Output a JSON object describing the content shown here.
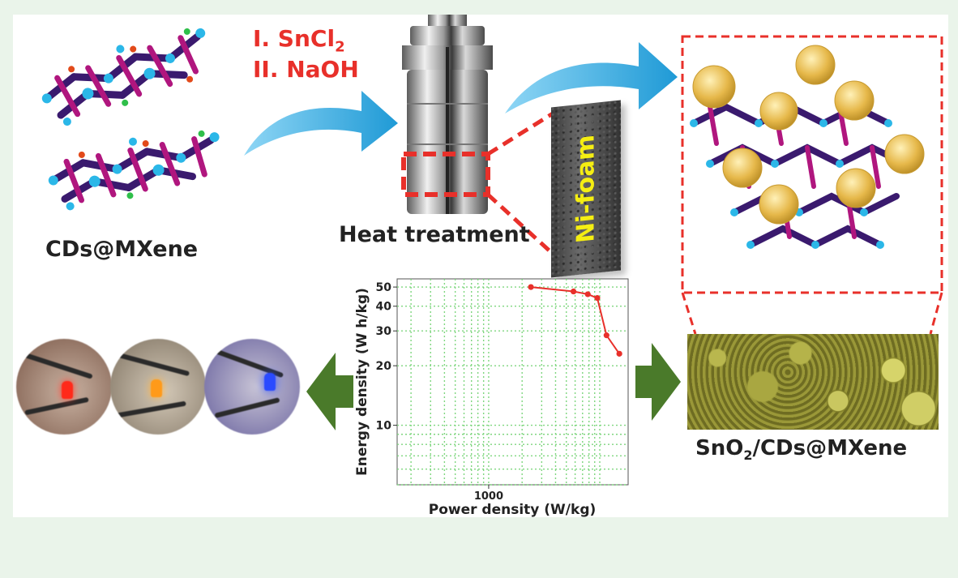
{
  "labels": {
    "precursor": "CDs@MXene",
    "reagent_1": "I. SnCl",
    "reagent_1_sub": "2",
    "reagent_2": "II. NaOH",
    "process": "Heat treatment",
    "substrate": "Ni-foam",
    "product_pre": "SnO",
    "product_sub": "2",
    "product_post": "/CDs@MXene"
  },
  "colors": {
    "reagent_text": "#e8302a",
    "flow_arrow": "#29a6e0",
    "green_arrow": "#4a7a2a",
    "dashed_frame": "#e8302a",
    "sno2_particle": "#e0b54a",
    "nifoam_text": "#f5ee12"
  },
  "icons": [
    "mxene-structure-icon",
    "autoclave-icon",
    "led-demo-icon"
  ],
  "chart_data": {
    "type": "line",
    "xlabel": "Power density (W/kg)",
    "ylabel": "Energy density (W h/kg)",
    "xscale": "log",
    "yscale": "log",
    "xticks": [
      "1000"
    ],
    "yticks": [
      "10",
      "20",
      "30",
      "40",
      "50"
    ],
    "xlim": [
      150,
      18000
    ],
    "ylim": [
      5,
      55
    ],
    "grid": true,
    "series": [
      {
        "color": "#e8302a",
        "x": [
          2400,
          5800,
          7800,
          9500,
          11500,
          15000
        ],
        "y": [
          50,
          47.5,
          46,
          44,
          28.5,
          23
        ]
      }
    ]
  }
}
